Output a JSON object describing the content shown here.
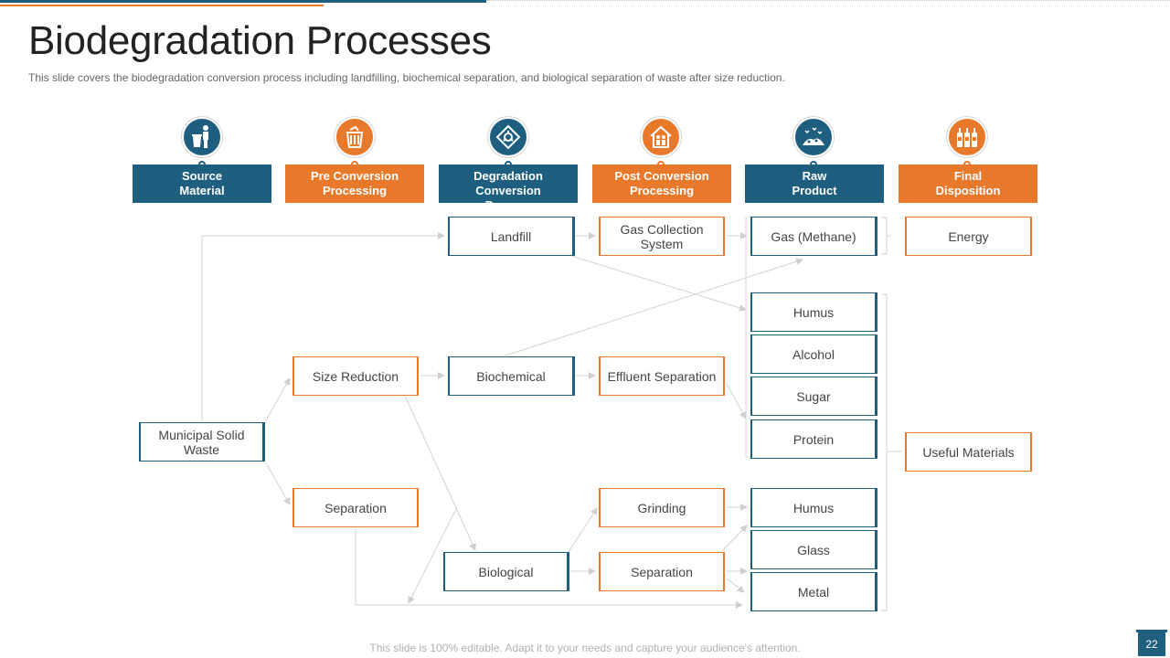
{
  "slide": {
    "title": "Biodegradation Processes",
    "subtitle": "This slide covers the biodegradation  conversion  process including landfilling, biochemical separation, and biological separation of waste after size reduction.",
    "footer": "This slide is 100% editable. Adapt it to your needs and capture your audience's attention.",
    "page_number": "22"
  },
  "colors": {
    "blue": "#1e5f80",
    "orange": "#e8792b",
    "connector": "#d3d3d3"
  },
  "stages": [
    {
      "label": "Source\nMaterial",
      "icon": "person-recycling-bin-icon",
      "color": "blue"
    },
    {
      "label": "Pre Conversion\nProcessing",
      "icon": "trash-bin-icon",
      "color": "orange"
    },
    {
      "label": "Degradation\nConversion\nProcess",
      "icon": "biohazard-diamond-icon",
      "color": "blue"
    },
    {
      "label": "Post Conversion\nProcessing",
      "icon": "house-people-icon",
      "color": "orange"
    },
    {
      "label": "Raw\nProduct",
      "icon": "landfill-birds-icon",
      "color": "blue"
    },
    {
      "label": "Final\nDisposition",
      "icon": "bottles-icon",
      "color": "orange"
    }
  ],
  "nodes": {
    "municipal_solid_waste": "Municipal Solid\nWaste",
    "size_reduction": "Size Reduction",
    "separation_pre": "Separation",
    "landfill": "Landfill",
    "biochemical": "Biochemical",
    "biological": "Biological",
    "gas_collection": "Gas Collection\nSystem",
    "effluent_separation": "Effluent Separation",
    "grinding": "Grinding",
    "separation_post": "Separation",
    "gas_methane": "Gas (Methane)",
    "humus_1": "Humus",
    "alcohol": "Alcohol",
    "sugar": "Sugar",
    "protein": "Protein",
    "humus_2": "Humus",
    "glass": "Glass",
    "metal": "Metal",
    "energy": "Energy",
    "useful_materials": "Useful Materials"
  }
}
